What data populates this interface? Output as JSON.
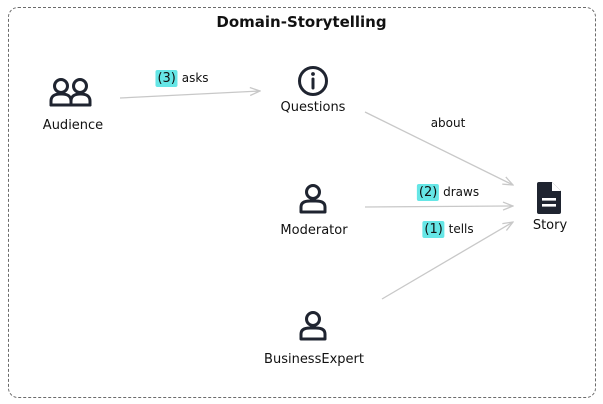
{
  "diagram": {
    "title": "Domain-Storytelling",
    "nodes": {
      "audience": {
        "label": "Audience",
        "icon": "people-icon"
      },
      "questions": {
        "label": "Questions",
        "icon": "info-circle-icon"
      },
      "moderator": {
        "label": "Moderator",
        "icon": "person-icon"
      },
      "story": {
        "label": "Story",
        "icon": "document-icon"
      },
      "business_expert": {
        "label": "BusinessExpert",
        "icon": "person-icon"
      }
    },
    "edges": {
      "asks": {
        "number": "(3)",
        "text": "asks",
        "from": "Audience",
        "to": "Questions"
      },
      "about": {
        "text": "about",
        "from": "Questions",
        "to": "Story"
      },
      "draws": {
        "number": "(2)",
        "text": "draws",
        "from": "Moderator",
        "to": "Story"
      },
      "tells": {
        "number": "(1)",
        "text": "tells",
        "from": "BusinessExpert",
        "to": "Story"
      }
    },
    "colors": {
      "edge": "#c8c8c8",
      "number_highlight": "#66e6e6",
      "icon": "#1f2430"
    }
  }
}
